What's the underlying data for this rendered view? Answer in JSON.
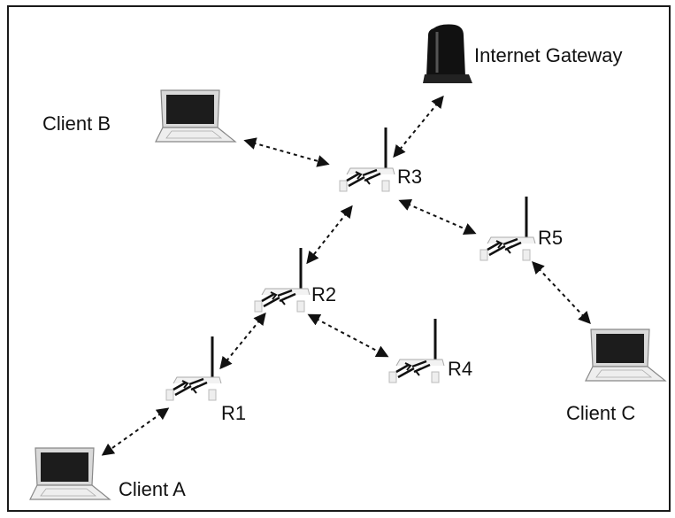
{
  "nodes": {
    "gateway": {
      "label": "Internet Gateway",
      "icon": "modem-icon"
    },
    "client_b": {
      "label": "Client B",
      "icon": "laptop-icon"
    },
    "client_a": {
      "label": "Client A",
      "icon": "laptop-icon"
    },
    "client_c": {
      "label": "Client C",
      "icon": "laptop-icon"
    },
    "r1": {
      "label": "R1",
      "icon": "wireless-router-icon"
    },
    "r2": {
      "label": "R2",
      "icon": "wireless-router-icon"
    },
    "r3": {
      "label": "R3",
      "icon": "wireless-router-icon"
    },
    "r4": {
      "label": "R4",
      "icon": "wireless-router-icon"
    },
    "r5": {
      "label": "R5",
      "icon": "wireless-router-icon"
    }
  },
  "links": [
    {
      "from": "client_b",
      "to": "r3"
    },
    {
      "from": "gateway",
      "to": "r3"
    },
    {
      "from": "r3",
      "to": "r2"
    },
    {
      "from": "r3",
      "to": "r5"
    },
    {
      "from": "r5",
      "to": "client_c"
    },
    {
      "from": "r2",
      "to": "r1"
    },
    {
      "from": "r2",
      "to": "r4"
    },
    {
      "from": "r1",
      "to": "client_a"
    }
  ],
  "colors": {
    "line": "#111111",
    "laptop_screen": "#1c1c1c",
    "laptop_body": "#e6e6e6",
    "modem": "#111111"
  }
}
